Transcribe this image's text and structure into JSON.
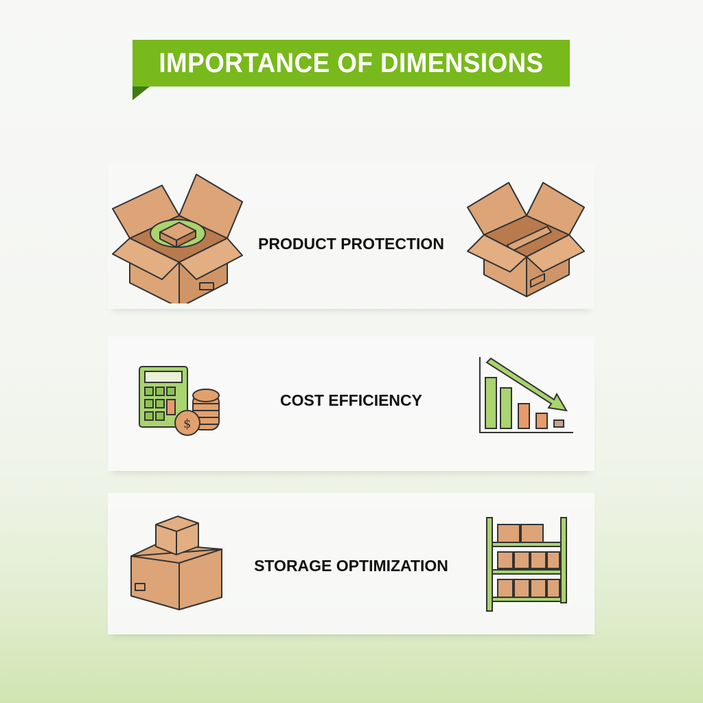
{
  "title": "IMPORTANCE OF DIMENSIONS",
  "items": [
    {
      "label": "PRODUCT PROTECTION",
      "left_icon": "open-box-with-cushioned-product-icon",
      "right_icon": "open-empty-box-icon"
    },
    {
      "label": "COST EFFICIENCY",
      "left_icon": "calculator-and-coins-icon",
      "right_icon": "declining-bar-chart-icon"
    },
    {
      "label": "STORAGE OPTIMIZATION",
      "left_icon": "stacked-boxes-icon",
      "right_icon": "warehouse-shelf-icon"
    }
  ],
  "colors": {
    "accent": "#78b91c",
    "cardboard": "#dca477",
    "light_green": "#a9d46f"
  }
}
